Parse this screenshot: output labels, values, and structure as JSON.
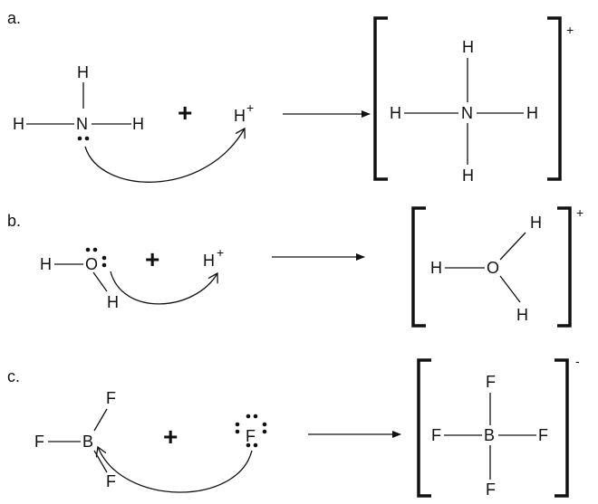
{
  "labels": {
    "a": "a.",
    "b": "b.",
    "c": "c."
  },
  "symbols": {
    "H": "H",
    "N": "N",
    "O": "O",
    "B": "B",
    "F": "F",
    "proton": "H",
    "plus": "+"
  },
  "charges": {
    "proton": "+",
    "a_product": "+",
    "b_product": "+",
    "c_product": "-"
  },
  "colors": {
    "ink": "#111111",
    "background": "#ffffff"
  }
}
